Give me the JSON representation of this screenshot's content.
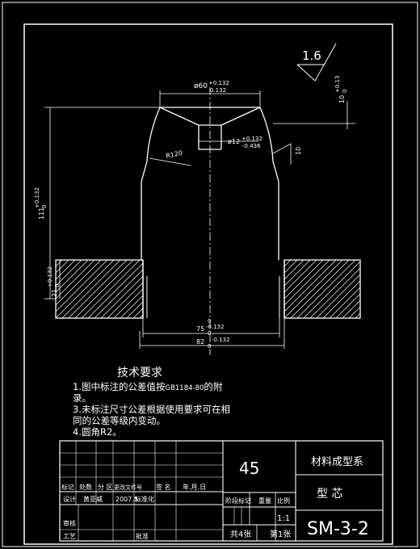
{
  "dimensions": {
    "top_diameter": "ø60",
    "top_dia_tol_upper": "+0.132",
    "top_dia_tol_lower": "0.132",
    "hole_diameter": "ø12",
    "hole_tol_upper": "+0.132",
    "hole_tol_lower": "-0.436",
    "radius": "R120",
    "height_total": "111",
    "height_total_tol": "+0.132",
    "height_total_tol_lower": "0",
    "base_height": "21",
    "base_height_tol": "+0.132",
    "base_height_tol_lower": "0",
    "top_height": "10",
    "top_height_tol": "+0.13",
    "top_height_tol_lower": "0",
    "width_75": "75",
    "width_75_tol": "-0.132",
    "width_82": "82",
    "width_82_tol": "-0.132",
    "width_75_tol_lower": "0",
    "width_82_tol_lower": "0",
    "angle": "10",
    "zero_mark": "0"
  },
  "roughness": {
    "value": "1.6"
  },
  "requirements": {
    "title": "技术要求",
    "line1a": "1.图中标注的公差值按",
    "line1b": "GB1184-80",
    "line1c": "的附",
    "line1d": "录。",
    "line2a": "3.未标注尺寸公差根据使用要求可在相",
    "line2b": "同的公差等级内变动。",
    "line3": "4.圆角R2。"
  },
  "title_block": {
    "material": "45",
    "company": "材料成型系",
    "part_name": "型 芯",
    "drawing_no": "SM-3-2",
    "scale": "1:1",
    "sheets_total": "共4张",
    "sheet_no": "第1张",
    "hdr_mark": "标记",
    "hdr_count": "处数",
    "hdr_zone": "分 区",
    "hdr_change_doc": "更改文件号",
    "hdr_sign": "签 名",
    "hdr_date": "年.月.日",
    "row_design": "设计",
    "designer": "黄亚威",
    "design_date": "2007.5",
    "row_standard": "标准化",
    "row_review": "审核",
    "row_process": "工艺",
    "row_approve": "批准",
    "stage_mark": "阶段标记",
    "weight": "重量",
    "scale_label": "比例"
  }
}
